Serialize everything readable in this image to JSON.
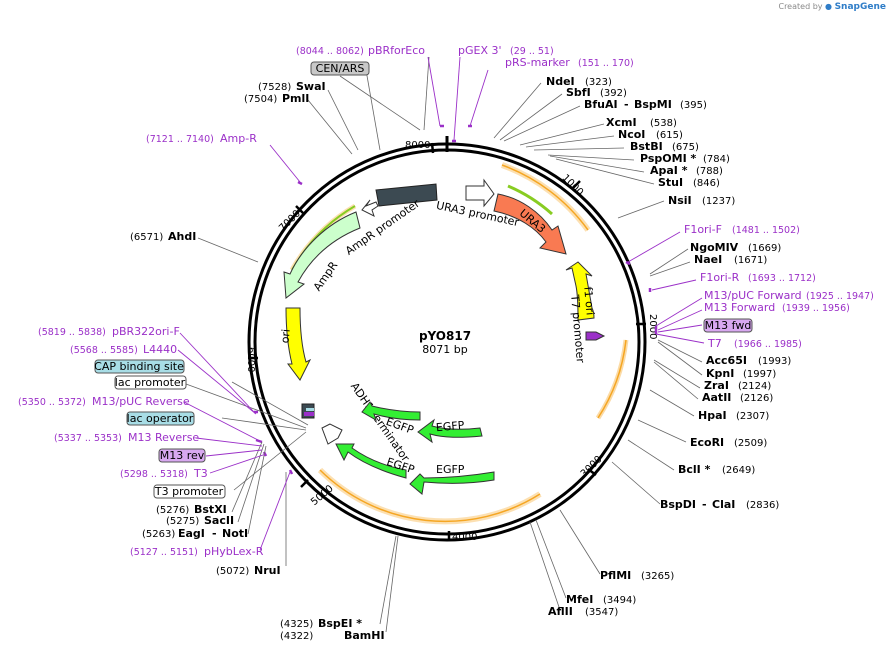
{
  "credit": {
    "prefix": "Created by",
    "brand": "SnapGene"
  },
  "plasmid": {
    "name": "pYO817",
    "length": "8071 bp"
  },
  "ticks": [
    "1000",
    "2000",
    "3000",
    "4000",
    "5000",
    "6000",
    "7000",
    "8000"
  ],
  "features": {
    "ura3": "URA3",
    "ura3_promoter": "URA3 promoter",
    "f1_ori": "f1 ori",
    "t7_promoter": "T7 promoter",
    "ampr": "AmpR",
    "ampr_promoter": "AmpR promoter",
    "ori": "ori",
    "adh1_terminator": "ADH1 terminator",
    "egfp": "EGFP"
  },
  "right_sites": [
    {
      "name": "NdeI",
      "pos": "(323)"
    },
    {
      "name": "SbfI",
      "pos": "(392)"
    },
    {
      "name": "BfuAI",
      "name2": "BspMI",
      "pos": "(395)"
    },
    {
      "name": "XcmI",
      "pos": "(538)"
    },
    {
      "name": "NcoI",
      "pos": "(615)"
    },
    {
      "name": "BstBI",
      "pos": "(675)"
    },
    {
      "name": "PspOMI *",
      "pos": "(784)"
    },
    {
      "name": "ApaI *",
      "pos": "(788)"
    },
    {
      "name": "StuI",
      "pos": "(846)"
    },
    {
      "name": "NsiI",
      "pos": "(1237)"
    },
    {
      "name": "NgoMIV",
      "pos": "(1669)"
    },
    {
      "name": "NaeI",
      "pos": "(1671)"
    },
    {
      "name": "Acc65I",
      "pos": "(1993)"
    },
    {
      "name": "KpnI",
      "pos": "(1997)"
    },
    {
      "name": "ZraI",
      "pos": "(2124)"
    },
    {
      "name": "AatII",
      "pos": "(2126)"
    },
    {
      "name": "HpaI",
      "pos": "(2307)"
    },
    {
      "name": "EcoRI",
      "pos": "(2509)"
    },
    {
      "name": "BclI *",
      "pos": "(2649)"
    },
    {
      "name": "BspDI",
      "name2": "ClaI",
      "pos": "(2836)"
    },
    {
      "name": "PflMI",
      "pos": "(3265)"
    },
    {
      "name": "MfeI",
      "pos": "(3494)"
    },
    {
      "name": "AflII",
      "pos": "(3547)"
    }
  ],
  "left_sites": [
    {
      "name": "SwaI",
      "pos": "(7528)"
    },
    {
      "name": "PmlI",
      "pos": "(7504)"
    },
    {
      "name": "AhdI",
      "pos": "(6571)"
    },
    {
      "name": "BstXI",
      "pos": "(5276)"
    },
    {
      "name": "SacII",
      "pos": "(5275)"
    },
    {
      "name": "EagI",
      "name2": "NotI",
      "pos": "(5263)"
    },
    {
      "name": "NruI",
      "pos": "(5072)"
    },
    {
      "name": "BspEI *",
      "pos": "(4325)"
    },
    {
      "name": "BamHI",
      "pos": "(4322)"
    }
  ],
  "primers": {
    "pbrforeco": {
      "name": "pBRforEco",
      "pos": "(8044 .. 8062)"
    },
    "pgex3": {
      "name": "pGEX 3'",
      "pos": "(29 .. 51)"
    },
    "prs_marker": {
      "name": "pRS-marker",
      "pos": "(151 .. 170)"
    },
    "ampr": {
      "name": "Amp-R",
      "pos": "(7121 .. 7140)"
    },
    "f1ori_f": {
      "name": "F1ori-F",
      "pos": "(1481 .. 1502)"
    },
    "f1ori_r": {
      "name": "F1ori-R",
      "pos": "(1693 .. 1712)"
    },
    "m13puc_fwd": {
      "name": "M13/pUC Forward",
      "pos": "(1925 .. 1947)"
    },
    "m13_forward": {
      "name": "M13 Forward",
      "pos": "(1939 .. 1956)"
    },
    "t7": {
      "name": "T7",
      "pos": "(1966 .. 1985)"
    },
    "pbr322ori": {
      "name": "pBR322ori-F",
      "pos": "(5819 .. 5838)"
    },
    "l4440": {
      "name": "L4440",
      "pos": "(5568 .. 5585)"
    },
    "m13puc_rev": {
      "name": "M13/pUC Reverse",
      "pos": "(5350 .. 5372)"
    },
    "m13_reverse": {
      "name": "M13 Reverse",
      "pos": "(5337 .. 5353)"
    },
    "t3": {
      "name": "T3",
      "pos": "(5298 .. 5318)"
    },
    "phyblex": {
      "name": "pHybLex-R",
      "pos": "(5127 .. 5151)"
    }
  },
  "boxes": {
    "cen_ars": "CEN/ARS",
    "m13_fwd": "M13 fwd",
    "cap_binding": "CAP binding site",
    "lac_promoter": "lac promoter",
    "lac_operator": "lac operator",
    "m13_rev": "M13 rev",
    "t3_promoter": "T3 promoter"
  },
  "colors": {
    "backbone": "#000000",
    "ura3": "#f97a52",
    "f1_ori": "#ffff00",
    "ori": "#ffff00",
    "ampr": "#ccffcc",
    "egfp": "#33ee33",
    "cen_ars": "#3c4a52",
    "primer": "#9b30c8",
    "orf_band": "#f5a623",
    "box_purple": "#d8a8f0",
    "box_teal": "#a8dde6",
    "box_gray": "#c8c8c8"
  }
}
